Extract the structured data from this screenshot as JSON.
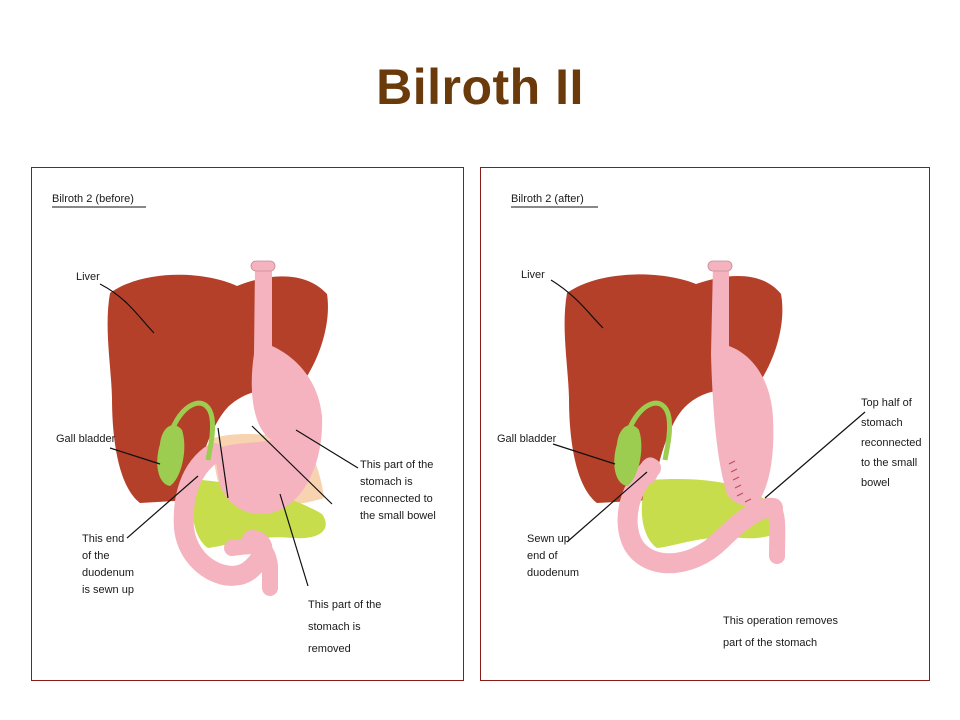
{
  "slide": {
    "title": "Bilroth II"
  },
  "colors": {
    "title": "#6b3a0b",
    "panel_border": "#8b1a1a",
    "liver": "#b5402a",
    "stomach": "#f5b3c0",
    "gallbladder": "#9ccc50",
    "pancreas": "#c7dd4b",
    "removed_part": "#f8d3b0"
  },
  "before": {
    "header": "Bilroth 2 (before)",
    "labels": {
      "liver": "Liver",
      "gall_bladder": "Gall bladder",
      "duodenum_end": [
        "This end",
        "of the",
        "duodenum",
        "is sewn up"
      ],
      "reconnected": [
        "This part of the",
        "stomach is",
        "reconnected to",
        "the small bowel"
      ],
      "removed": [
        "This part of the",
        "stomach is",
        "removed"
      ]
    }
  },
  "after": {
    "header": "Bilroth 2 (after)",
    "labels": {
      "liver": "Liver",
      "gall_bladder": "Gall bladder",
      "sewn_up": [
        "Sewn up",
        "end of",
        "duodenum"
      ],
      "top_half": [
        "Top half of",
        "stomach",
        "reconnected",
        "to the small",
        "bowel"
      ],
      "operation": [
        "This operation removes",
        "part of the stomach"
      ]
    }
  }
}
